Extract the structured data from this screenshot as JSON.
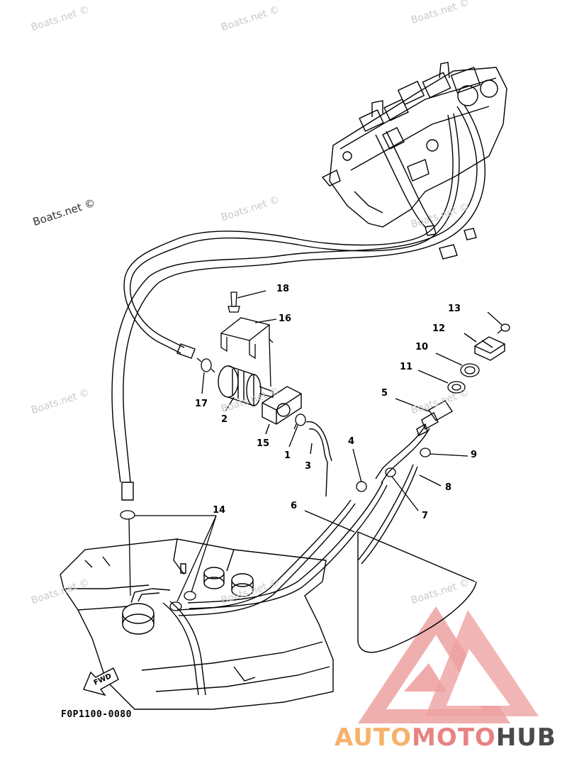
{
  "watermarks": [
    "Boats.net ©",
    "Boats.net ©",
    "Boats.net ©",
    "Boats.net ©",
    "Boats.net ©",
    "Boats.net ©",
    "Boats.net ©",
    "Boats.net ©",
    "Boats.net ©",
    "Boats.net ©",
    "Boats.net ©",
    "Boats.net ©"
  ],
  "callouts": {
    "c1": "1",
    "c2": "2",
    "c3": "3",
    "c4": "4",
    "c5": "5",
    "c6": "6",
    "c7": "7",
    "c8": "8",
    "c9": "9",
    "c10": "10",
    "c11": "11",
    "c12": "12",
    "c13": "13",
    "c14": "14",
    "c15": "15",
    "c16": "16",
    "c17": "17",
    "c18": "18"
  },
  "fwd_label": "FWD",
  "diagram_code": "F0P1100-0080",
  "logo": {
    "part1": "AUTO",
    "part2": "MOTO",
    "part3": "HUB"
  },
  "colors": {
    "line": "#000000",
    "logo_red": "#e88383",
    "logo_orange": "#f6b26b",
    "logo_dark": "#4a4a4a",
    "watermark": "#c9c9c9"
  }
}
